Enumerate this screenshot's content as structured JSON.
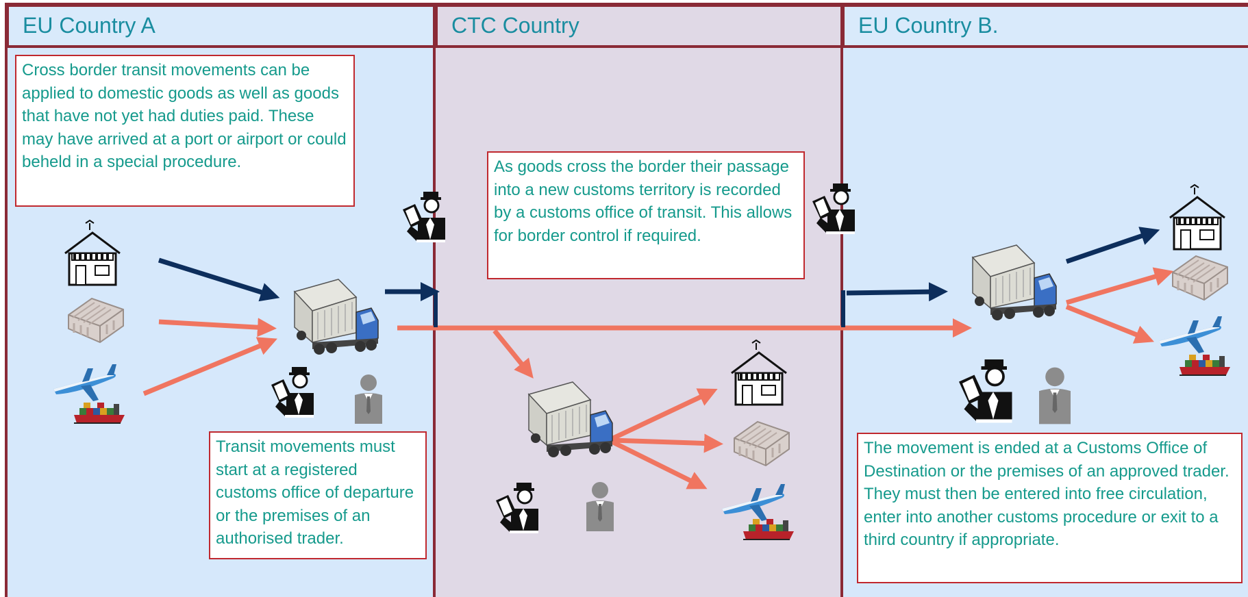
{
  "panels": {
    "eu_a": {
      "title": "EU Country  A"
    },
    "ctc": {
      "title": "CTC Country"
    },
    "eu_b": {
      "title": "EU Country  B."
    }
  },
  "notes": {
    "domestic_goods": "Cross border transit movements can be applied to domestic goods as well as goods that have not yet had duties paid. These may have arrived at a port or airport or could beheld in a special procedure.",
    "departure": "Transit movements must start at a registered customs office of departure or the premises of an authorised trader.",
    "transit_office": "As goods cross the border their passage into a new customs territory is recorded by a customs office of transit. This allows for border control if required.",
    "destination": "The movement is ended at a Customs Office of Destination or the premises of an approved trader. They must then be entered into free circulation, enter into another customs procedure or exit to a third country if appropriate."
  },
  "colors": {
    "panel_eu": "#d6e8fb",
    "panel_ctc": "#e0d9e6",
    "border": "#8a2a36",
    "note_border": "#c0282e",
    "note_text": "#159a8c",
    "title_text": "#1a8da0",
    "arrow_navy": "#0d2e5c",
    "arrow_coral": "#f07560"
  },
  "icons": [
    "shop-icon",
    "warehouse-icon",
    "airplane-icon",
    "cargo-ship-icon",
    "truck-icon",
    "customs-officer-icon",
    "trader-person-icon"
  ]
}
